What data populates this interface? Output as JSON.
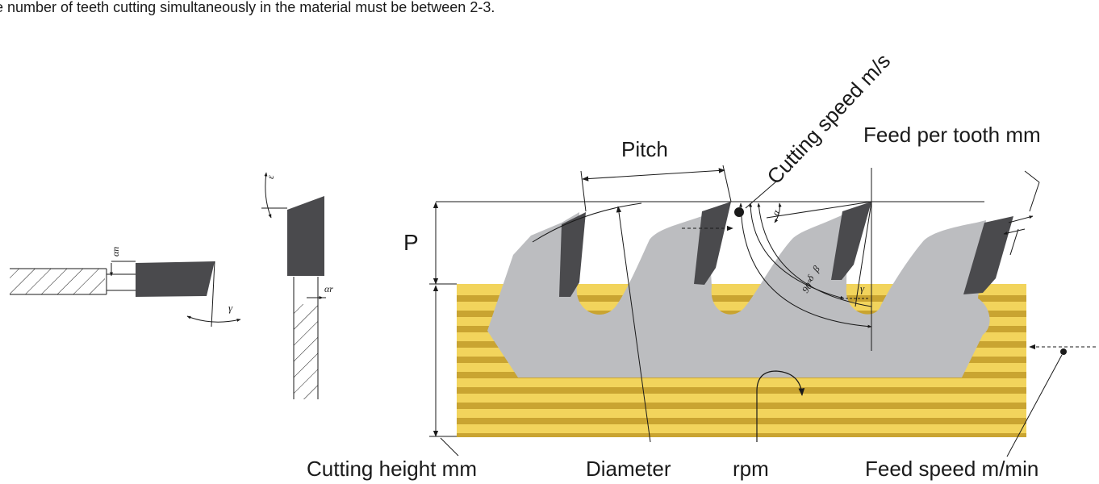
{
  "header": {
    "note": "e number of teeth cutting simultaneously in the material must be between 2-3."
  },
  "labels": {
    "pitch": "Pitch",
    "p": "P",
    "cutting_speed": "Cutting speed m/s",
    "feed_per_tooth": "Feed per tooth mm",
    "cutting_height": "Cutting height mm",
    "diameter": "Diameter",
    "rpm": "rpm",
    "feed_speed": "Feed speed m/min"
  },
  "angle_symbols": {
    "alpha_n": "αn",
    "alpha_r": "αr",
    "gamma_left": "γ",
    "epsilon": "ε",
    "alpha": "α",
    "beta": "β",
    "delta": "δ",
    "ninety": "90°",
    "gamma": "γ"
  },
  "colors": {
    "blade": "#bcbdc0",
    "tooth": "#4a4a4d",
    "wood_light": "#f2d45c",
    "wood_dark": "#c9a431",
    "line": "#1a1a1a"
  }
}
